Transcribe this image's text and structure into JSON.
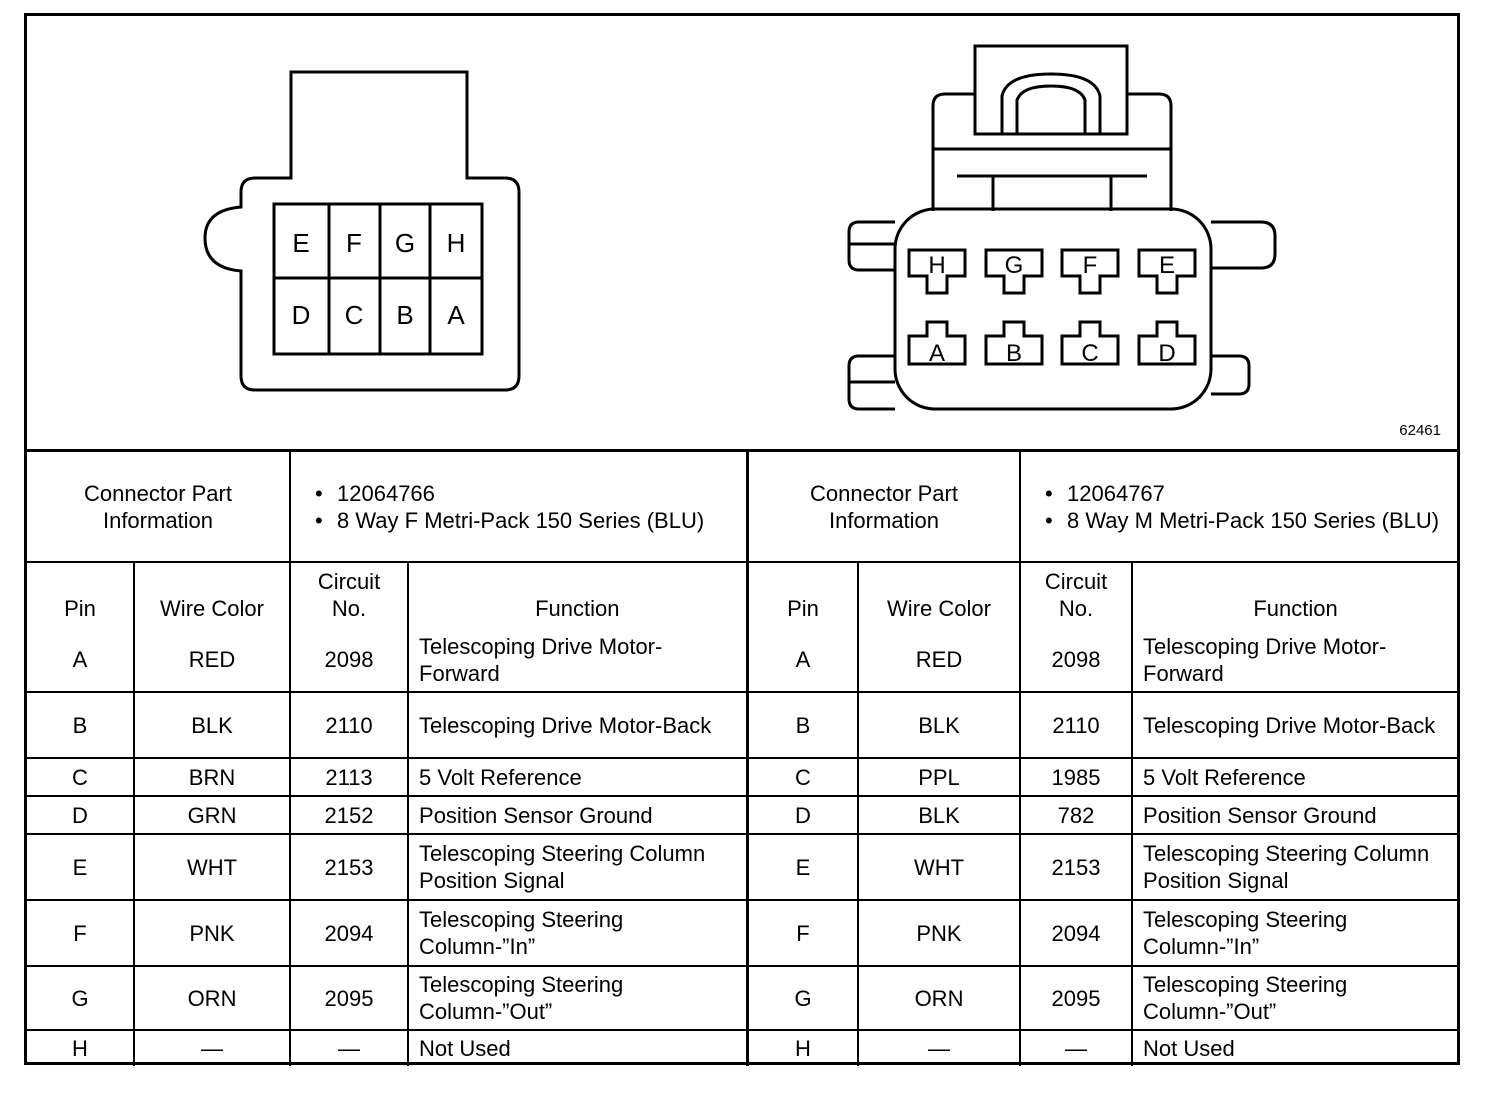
{
  "figure_code": "62461",
  "pin_headers": {
    "pin": "Pin",
    "wire_color": "Wire Color",
    "circuit": "Circuit No.",
    "function": "Function"
  },
  "left_connector": {
    "face_pins_top": [
      "E",
      "F",
      "G",
      "H"
    ],
    "face_pins_bottom": [
      "D",
      "C",
      "B",
      "A"
    ],
    "info_label": "Connector Part Information",
    "part_number": "12064766",
    "description": "8 Way F Metri-Pack 150 Series (BLU)",
    "rows": [
      {
        "pin": "A",
        "color": "RED",
        "circuit": "2098",
        "function": "Telescoping Drive Motor-Forward"
      },
      {
        "pin": "B",
        "color": "BLK",
        "circuit": "2110",
        "function": "Telescoping Drive Motor-Back"
      },
      {
        "pin": "C",
        "color": "BRN",
        "circuit": "2113",
        "function": "5 Volt Reference"
      },
      {
        "pin": "D",
        "color": "GRN",
        "circuit": "2152",
        "function": "Position Sensor Ground"
      },
      {
        "pin": "E",
        "color": "WHT",
        "circuit": "2153",
        "function": "Telescoping Steering Column Position Signal"
      },
      {
        "pin": "F",
        "color": "PNK",
        "circuit": "2094",
        "function": "Telescoping Steering Column-”In”"
      },
      {
        "pin": "G",
        "color": "ORN",
        "circuit": "2095",
        "function": "Telescoping Steering Column-”Out”"
      },
      {
        "pin": "H",
        "color": "—",
        "circuit": "—",
        "function": "Not Used"
      }
    ]
  },
  "right_connector": {
    "face_pins_top": [
      "H",
      "G",
      "F",
      "E"
    ],
    "face_pins_bottom": [
      "A",
      "B",
      "C",
      "D"
    ],
    "info_label": "Connector Part Information",
    "part_number": "12064767",
    "description": "8 Way M Metri-Pack 150 Series (BLU)",
    "rows": [
      {
        "pin": "A",
        "color": "RED",
        "circuit": "2098",
        "function": "Telescoping Drive Motor-Forward"
      },
      {
        "pin": "B",
        "color": "BLK",
        "circuit": "2110",
        "function": "Telescoping Drive Motor-Back"
      },
      {
        "pin": "C",
        "color": "PPL",
        "circuit": "1985",
        "function": "5 Volt Reference"
      },
      {
        "pin": "D",
        "color": "BLK",
        "circuit": "782",
        "function": "Position Sensor Ground"
      },
      {
        "pin": "E",
        "color": "WHT",
        "circuit": "2153",
        "function": "Telescoping Steering Column Position Signal"
      },
      {
        "pin": "F",
        "color": "PNK",
        "circuit": "2094",
        "function": "Telescoping Steering Column-”In”"
      },
      {
        "pin": "G",
        "color": "ORN",
        "circuit": "2095",
        "function": "Telescoping Steering Column-”Out”"
      },
      {
        "pin": "H",
        "color": "—",
        "circuit": "—",
        "function": "Not Used"
      }
    ]
  }
}
